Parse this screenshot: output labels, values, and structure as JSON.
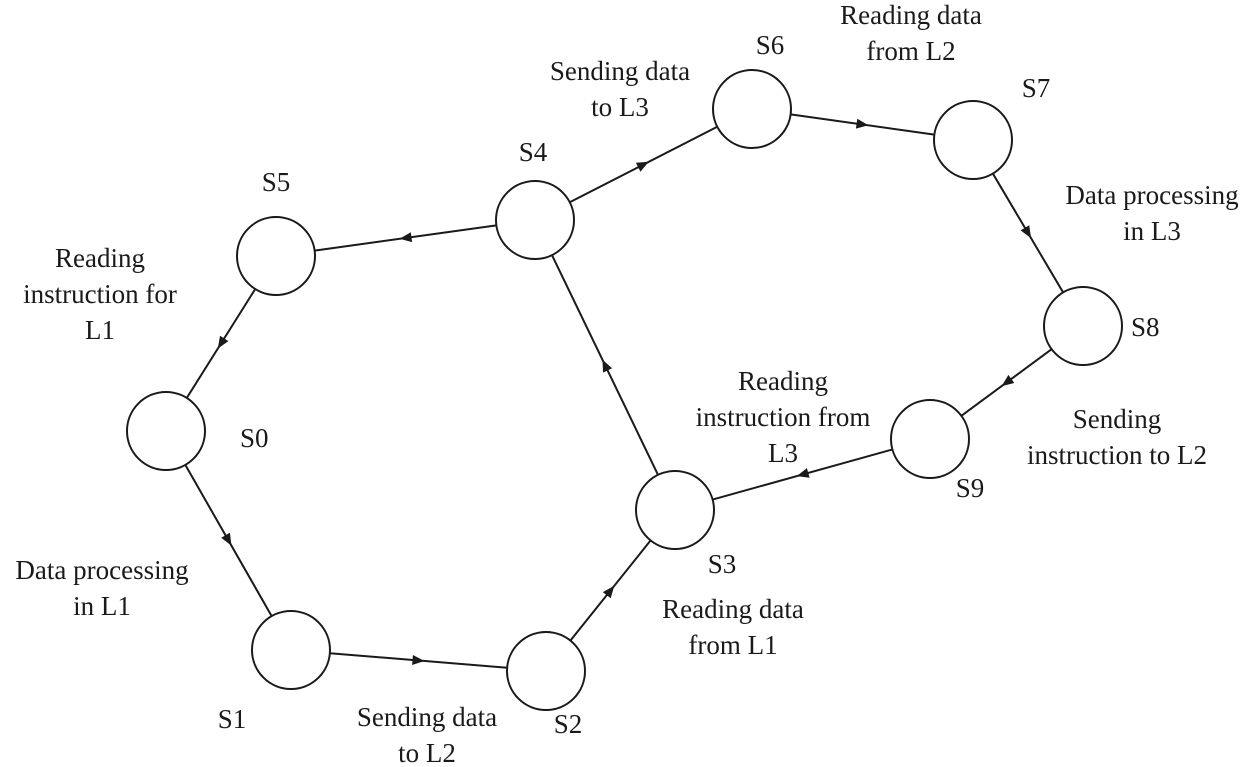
{
  "states": [
    {
      "id": "S0",
      "label": "S0"
    },
    {
      "id": "S1",
      "label": "S1"
    },
    {
      "id": "S2",
      "label": "S2"
    },
    {
      "id": "S3",
      "label": "S3"
    },
    {
      "id": "S4",
      "label": "S4"
    },
    {
      "id": "S5",
      "label": "S5"
    },
    {
      "id": "S6",
      "label": "S6"
    },
    {
      "id": "S7",
      "label": "S7"
    },
    {
      "id": "S8",
      "label": "S8"
    },
    {
      "id": "S9",
      "label": "S9"
    }
  ],
  "transitions": [
    {
      "from": "S0",
      "to": "S1",
      "label_lines": [
        "Data processing",
        "in L1"
      ]
    },
    {
      "from": "S1",
      "to": "S2",
      "label_lines": [
        "Sending data",
        "to L2"
      ]
    },
    {
      "from": "S2",
      "to": "S3",
      "label_lines": [
        "Reading data",
        "from L1"
      ]
    },
    {
      "from": "S3",
      "to": "S4",
      "label_lines": []
    },
    {
      "from": "S4",
      "to": "S5",
      "label_lines": []
    },
    {
      "from": "S5",
      "to": "S0",
      "label_lines": [
        "Reading",
        "instruction for",
        "L1"
      ]
    },
    {
      "from": "S4",
      "to": "S6",
      "label_lines": [
        "Sending data",
        "to L3"
      ]
    },
    {
      "from": "S6",
      "to": "S7",
      "label_lines": [
        "Reading data",
        "from L2"
      ]
    },
    {
      "from": "S7",
      "to": "S8",
      "label_lines": [
        "Data processing",
        "in L3"
      ]
    },
    {
      "from": "S8",
      "to": "S9",
      "label_lines": [
        "Sending",
        "instruction to L2"
      ]
    },
    {
      "from": "S9",
      "to": "S3",
      "label_lines": [
        "Reading",
        "instruction from",
        "L3"
      ]
    }
  ]
}
